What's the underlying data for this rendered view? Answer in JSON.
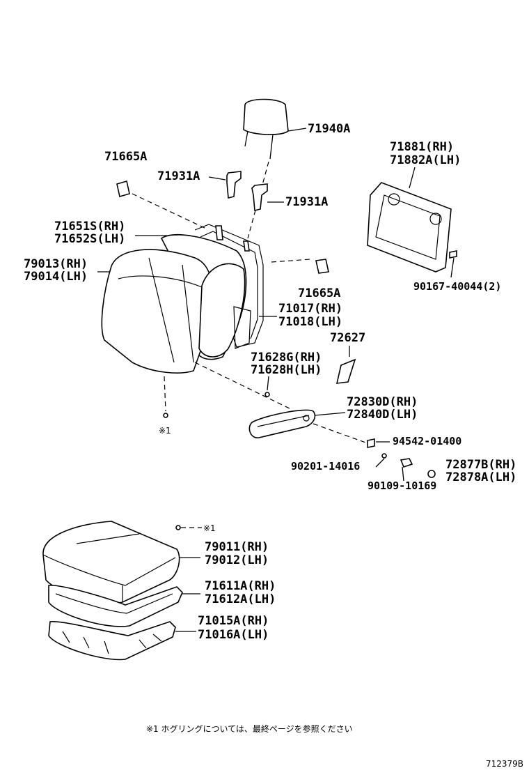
{
  "labels": {
    "headrest": "71940A",
    "headrest_cover_top": "71665A",
    "support_left": "71931A",
    "support_right": "71931A",
    "back_cover_1": "71651S(RH)",
    "back_cover_2": "71652S(LH)",
    "back_frame_cover_1": "79013(RH)",
    "back_frame_cover_2": "79014(LH)",
    "cover_right": "71665A",
    "frame_1": "71017(RH)",
    "frame_2": "71018(LH)",
    "board_1": "71881(RH)",
    "board_2": "71882A(LH)",
    "screw_board": "90167-40044(2)",
    "plate": "72627",
    "pad_1": "71628G(RH)",
    "pad_2": "71628H(LH)",
    "armrest_1": "72830D(RH)",
    "armrest_2": "72840D(LH)",
    "bolt_a": "94542-01400",
    "bolt_b": "90201-14016",
    "bolt_c": "90109-10169",
    "cap_1": "72877B(RH)",
    "cap_2": "72878A(LH)",
    "cushion_cover_1": "79011(RH)",
    "cushion_cover_2": "79012(LH)",
    "cushion_pad_1": "71611A(RH)",
    "cushion_pad_2": "71612A(LH)",
    "cushion_frame_1": "71015A(RH)",
    "cushion_frame_2": "71016A(LH)",
    "ref_mark_a": "※1",
    "ref_mark_b": "※1"
  },
  "footnote": "※1 ホグリングについては、最終ページを参照ください",
  "figure_number": "712379B"
}
